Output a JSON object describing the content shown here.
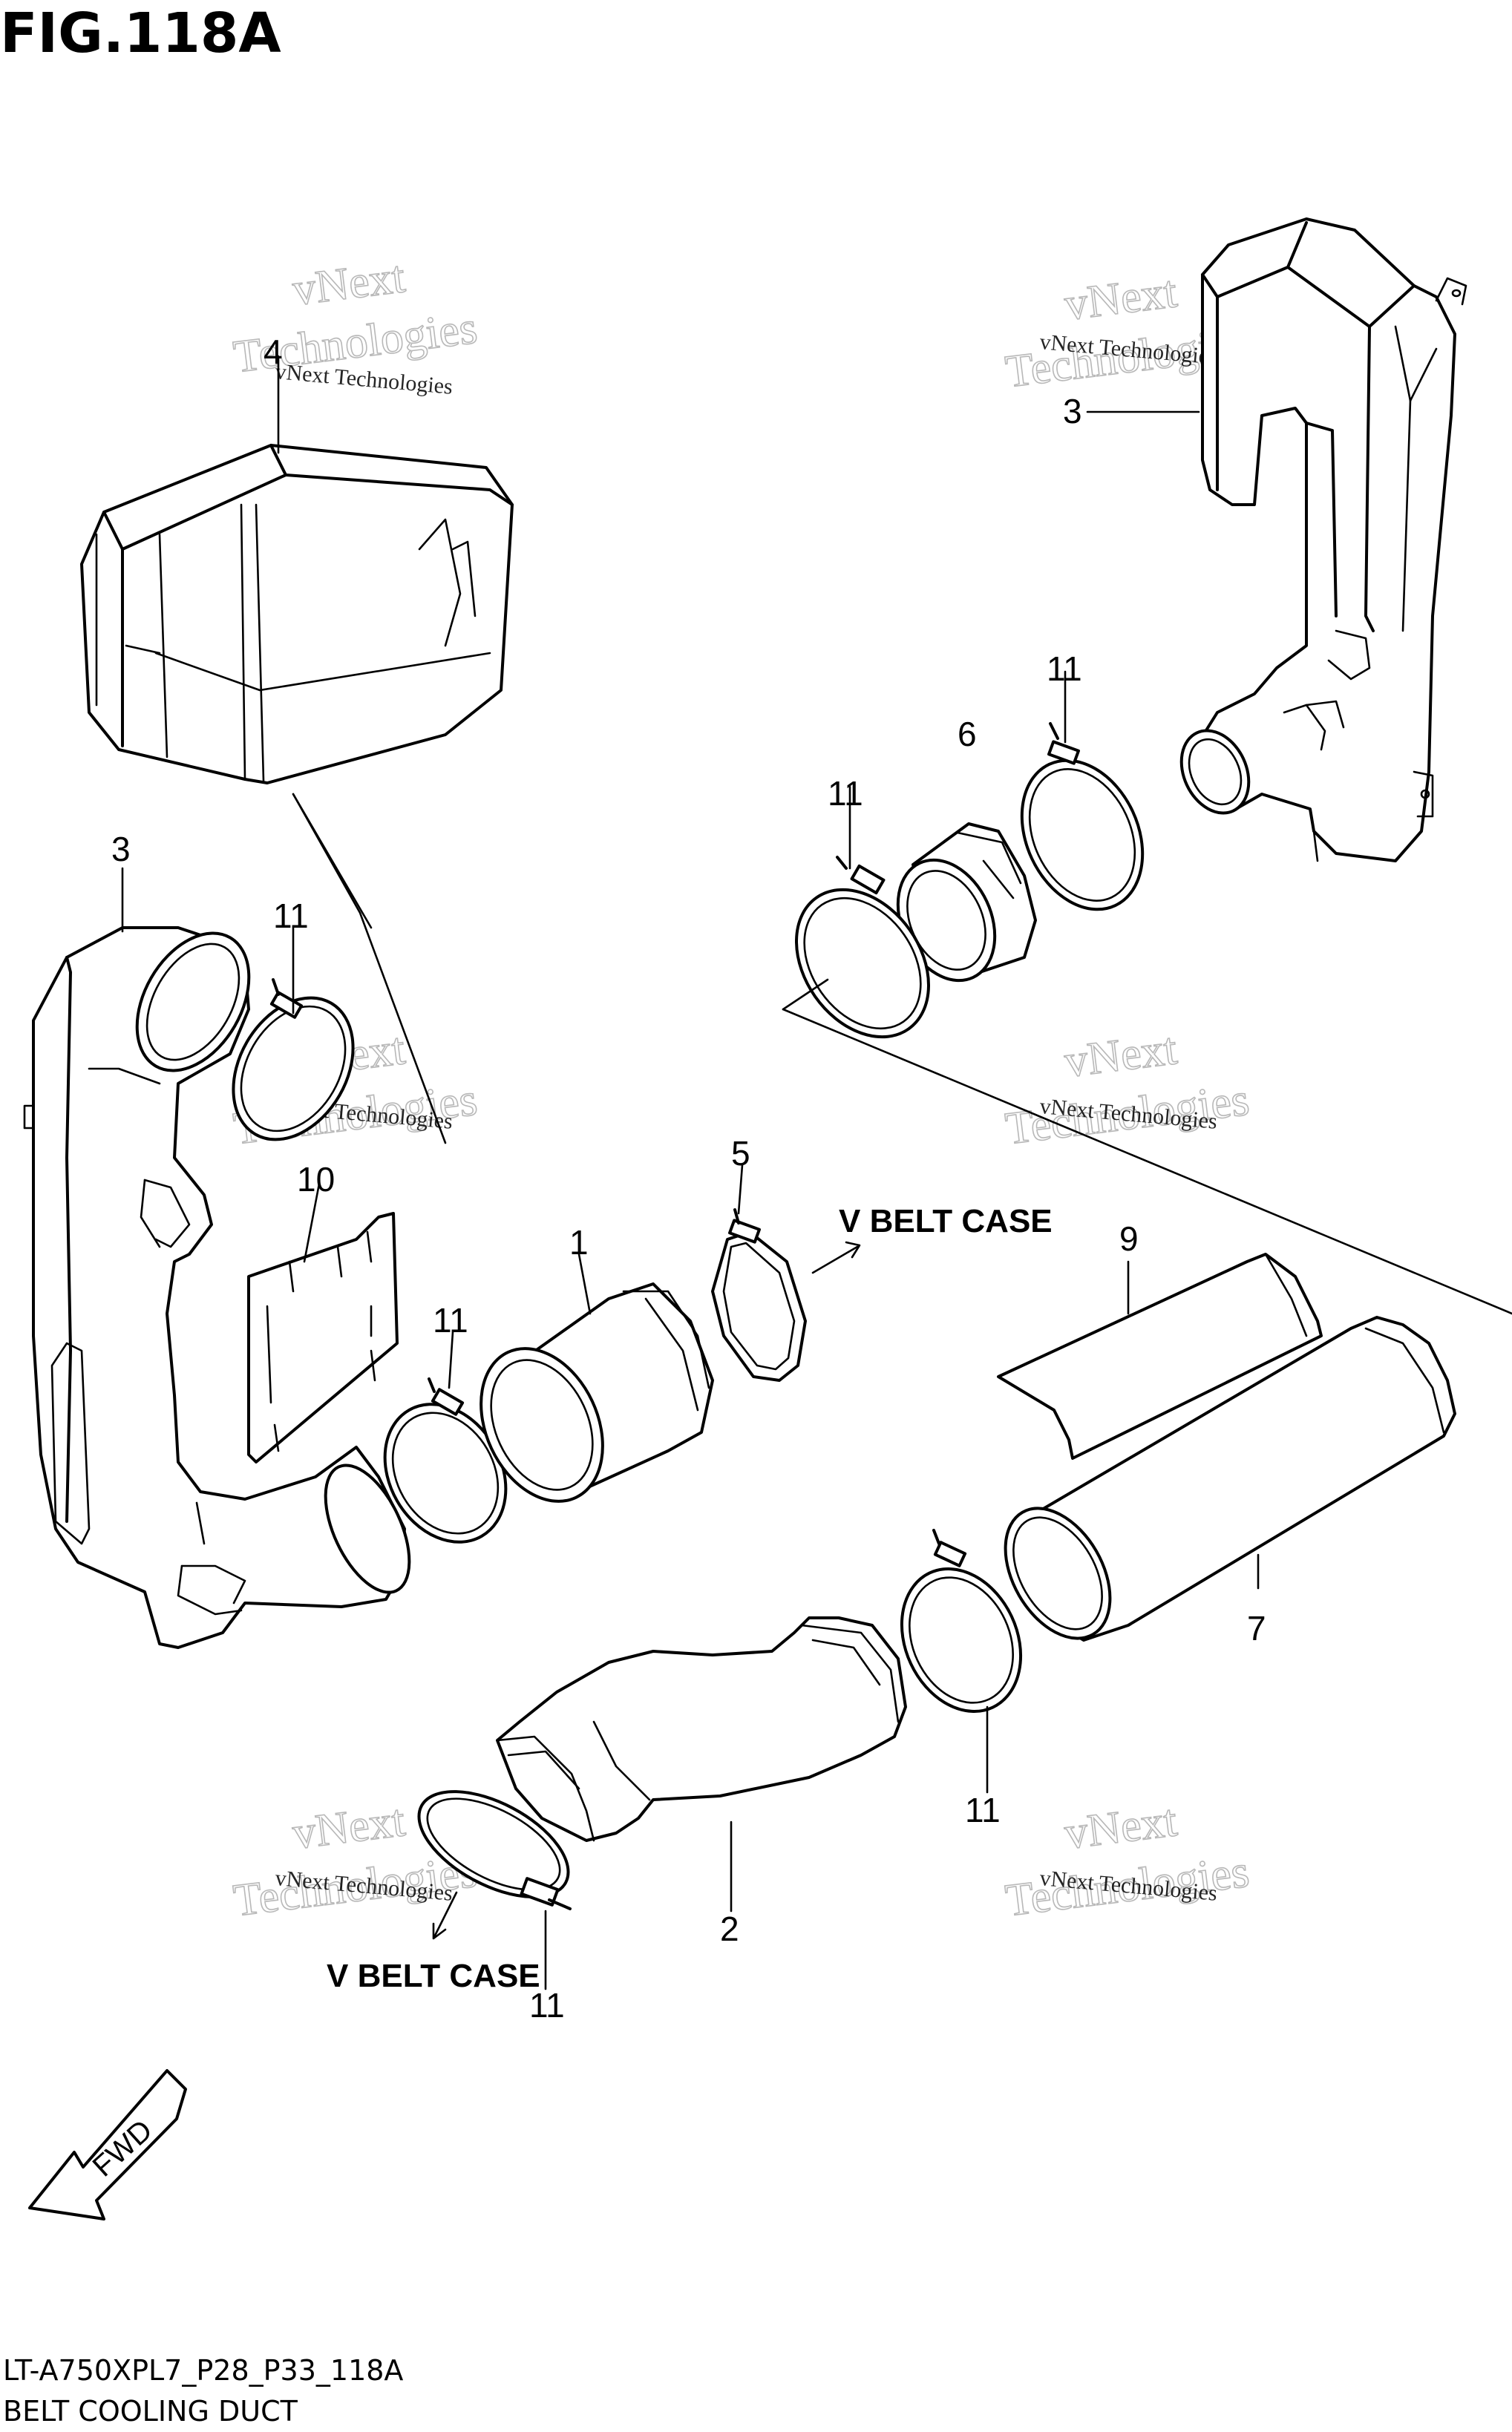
{
  "figure": {
    "title": "FIG.118A",
    "code": "LT-A750XPL7_P28_P33_118A",
    "name": "BELT COOLING DUCT"
  },
  "annotations": {
    "v_belt_case_top": "V BELT CASE",
    "v_belt_case_bottom": "V BELT CASE",
    "fwd": "FWD"
  },
  "callouts": {
    "c4": "4",
    "c3_top": "3",
    "c3_left": "3",
    "c11_a": "11",
    "c11_b": "11",
    "c11_c": "11",
    "c11_d": "11",
    "c11_e": "11",
    "c11_f": "11",
    "c6": "6",
    "c10": "10",
    "c1": "1",
    "c5": "5",
    "c9": "9",
    "c7": "7",
    "c2": "2"
  },
  "watermark": {
    "line1": "vNext Technologies",
    "big1": "vNext",
    "big2": "Technologies"
  }
}
